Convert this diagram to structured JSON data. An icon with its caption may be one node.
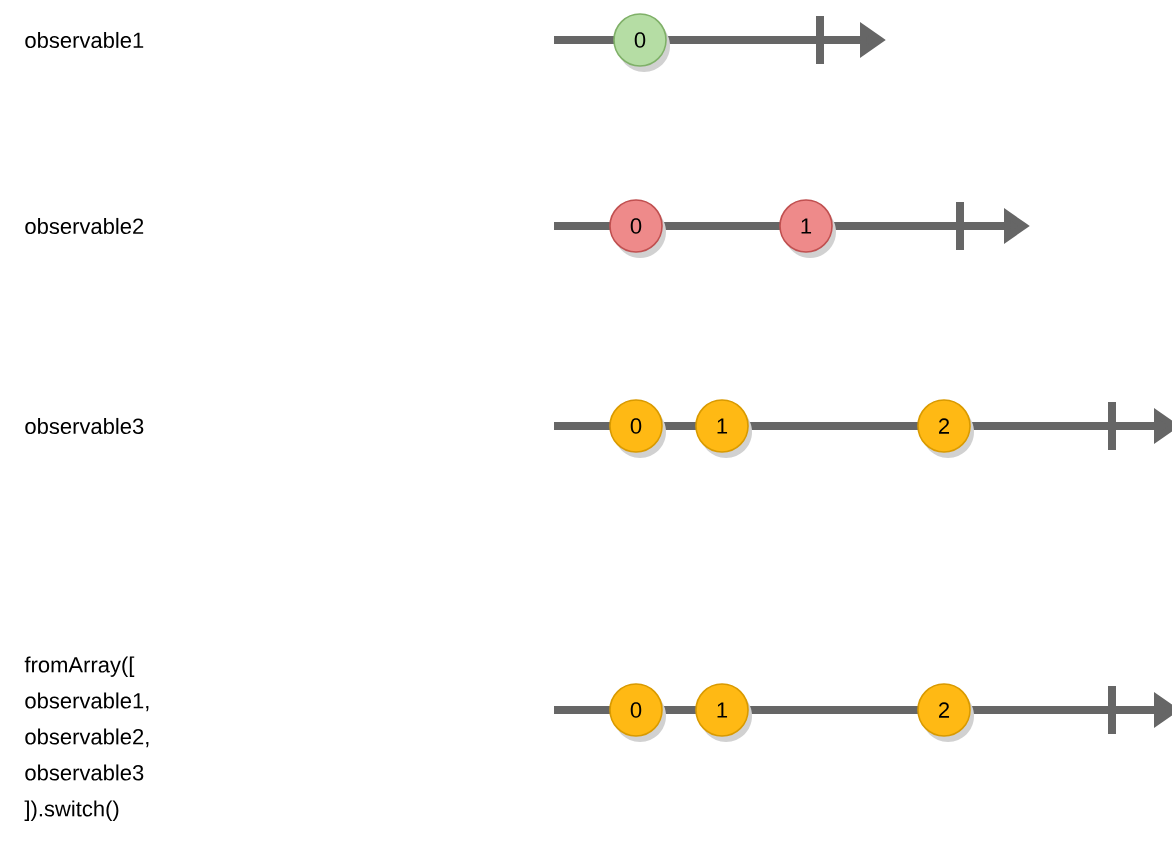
{
  "diagram": {
    "nodes": [
      {
        "text": [
          "0"
        ]
      },
      {
        "text": [
          "0"
        ]
      },
      {
        "text": [
          "1"
        ]
      },
      {
        "text": [
          "0"
        ]
      },
      {
        "text": [
          "1"
        ]
      },
      {
        "text": [
          "2"
        ]
      },
      {
        "text": [
          "0"
        ]
      },
      {
        "text": [
          "1"
        ]
      },
      {
        "text": [
          "2"
        ]
      }
    ],
    "labels": [
      "observable1",
      "observable2",
      "observable3",
      "fromArray([ observable1, observable2, observable3 ]).switch()"
    ]
  }
}
